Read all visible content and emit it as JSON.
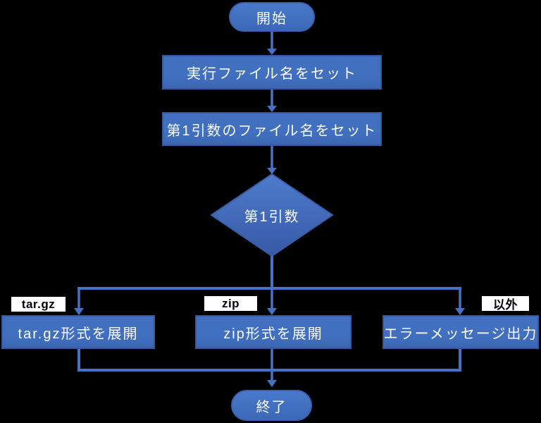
{
  "flowchart": {
    "title": "archive-extract-flowchart",
    "start": "開始",
    "step1": "実行ファイル名をセット",
    "step2": "第1引数のファイル名をセット",
    "decision": "第1引数",
    "branches": [
      {
        "condition": "tar.gz",
        "action": "tar.gz形式を展開"
      },
      {
        "condition": "zip",
        "action": "zip形式を展開"
      },
      {
        "condition": "以外",
        "action": "エラーメッセージ出力"
      }
    ],
    "end": "終了"
  },
  "colors": {
    "background": "#000000",
    "node_fill": "#4170c0",
    "node_fill_light": "#4a78cb",
    "node_border": "#35599e",
    "diamond_top": "#4e7ccd",
    "diamond_bottom": "#3659a6",
    "connector": "#4472c4",
    "node_text": "#ffffff",
    "label_bg": "#ffffff",
    "label_border": "#000000",
    "label_text": "#000000"
  }
}
